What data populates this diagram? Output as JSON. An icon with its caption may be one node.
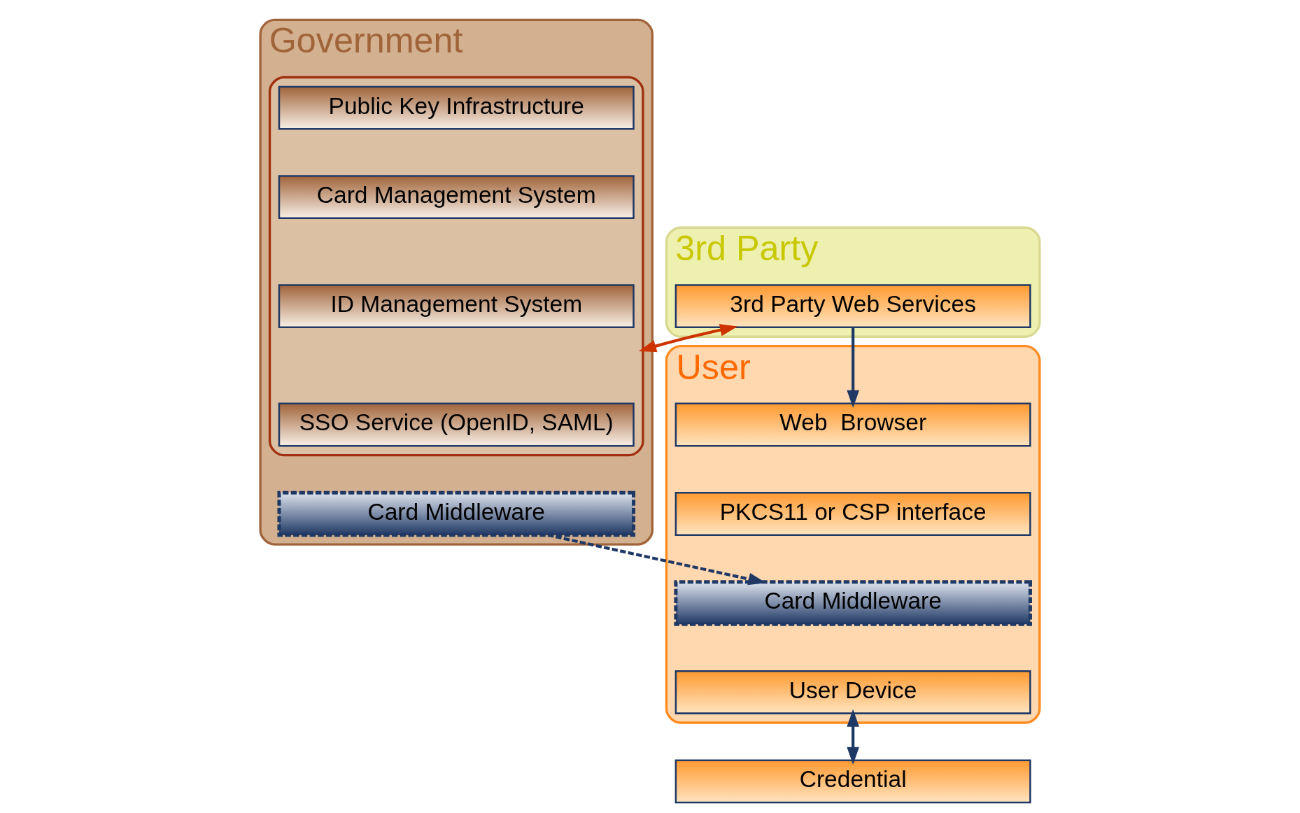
{
  "diagram": {
    "nodes": [
      {
        "text": [
          "3rd Party"
        ]
      },
      {
        "text": [
          "3rd Party Web Services"
        ],
        "in": 0
      },
      {
        "text": [
          "Government"
        ]
      },
      {
        "text": [],
        "shape": "box",
        "in": 2
      },
      {
        "text": [
          "Public Key Infrastructure"
        ],
        "in": 3
      },
      {
        "text": [
          "Card Management System"
        ],
        "in": 3
      },
      {
        "text": [
          "ID Management System"
        ],
        "in": 3
      },
      {
        "text": [
          "SSO Service (OpenID, SAML)"
        ],
        "in": 3
      },
      {
        "text": [
          "Card Middleware"
        ],
        "in": 2
      },
      {
        "text": [
          "User"
        ]
      },
      {
        "text": [
          "Web  Browser"
        ],
        "in": 9
      },
      {
        "text": [
          "PKCS11 or CSP interface"
        ],
        "in": 9
      },
      {
        "text": [
          "Card Middleware"
        ],
        "in": 9
      },
      {
        "text": [
          "User Device"
        ],
        "in": 9
      },
      {
        "text": [
          "Credential"
        ]
      }
    ],
    "edges": [
      {
        "from": 1,
        "to": 10,
        "arrow": "to"
      },
      {
        "from": 1,
        "to": 3,
        "arrow": "both",
        "color": "#cc3300"
      },
      {
        "from": 8,
        "to": 12,
        "arrow": "to",
        "style": "dashed"
      },
      {
        "from": 13,
        "to": 14,
        "arrow": "both"
      }
    ]
  }
}
